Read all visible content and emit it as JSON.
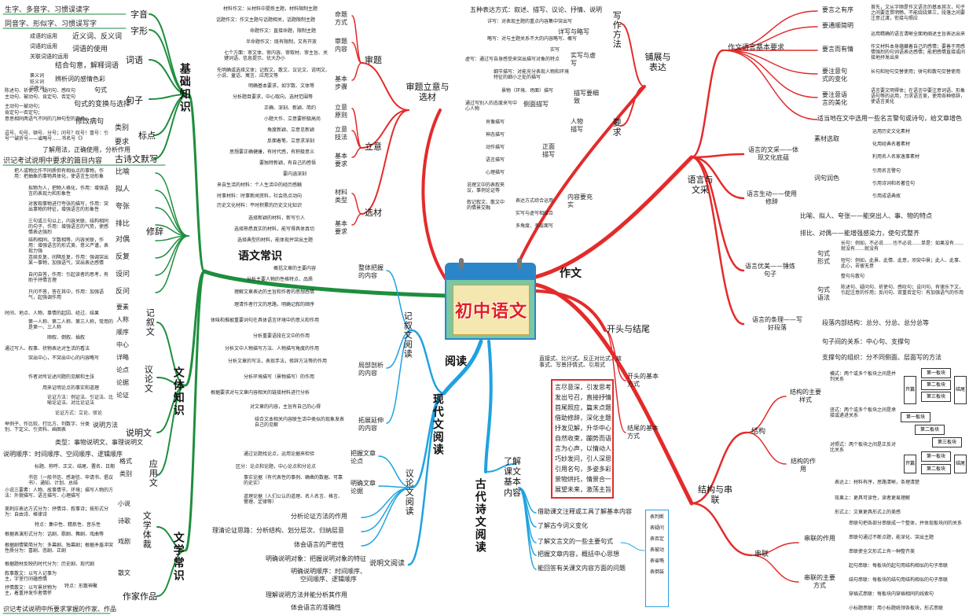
{
  "center": {
    "title": "初中语文"
  },
  "colors": {
    "green": "#1e8e3e",
    "red": "#e32b2b",
    "blue": "#1fa2e0"
  },
  "branches": {
    "yuwen": "语文常识",
    "zuowen": "作文",
    "yuedu": "阅读"
  },
  "left": {
    "jichu": "基础知识",
    "wenti": "文体知识",
    "wenxue": "文学常识",
    "zizi": [
      "字音",
      "字形",
      "词语",
      "句子",
      "标点",
      "古诗文默写"
    ],
    "zi_leaves": [
      "生字、多音字、习惯误读字",
      "同音字、形似字、习惯误写字"
    ],
    "ci_leaves": [
      "成语的运用",
      "词语的运用",
      "关联词语的运用",
      "近义词、反义词",
      "词语的使用",
      "结合句意，解释词语",
      "褒义词",
      "贬义词",
      "中性词",
      "辨析词的感情色彩"
    ],
    "ju_leaves": [
      "陈述句、祈使句、疑问句、感叹句",
      "主动句、被动句、肯定句、否定句",
      "句式",
      "主动句一被动句；",
      "肯定句一否定句；",
      "意思相同两语气不同的几种句型的变换",
      "句式的变换与选择",
      "修改病句"
    ],
    "biao_leaves": [
      "类别",
      "要求",
      "逗号、句号、顿号、分号；问号？叹号！冒号：引号“”破折号——省略号……书名号《》",
      "了解用法，正确使用，分析作用"
    ],
    "gushi": "识记考试说明中要求的篇目内容",
    "xiuci": "修辞",
    "xiuci_items": [
      "比喻",
      "拟人",
      "夸张",
      "排比",
      "对偶",
      "反复",
      "设问",
      "反问"
    ],
    "xiuci_desc": [
      "把人或物比作不同质但有相似点的事物，作用：把抽象的事物具体化，使语言生动形象",
      "拟物为人，把物人格化，作用：增强语言的表现力和形象性",
      "对客观事物进行夸张的描写，作用：突出事物的特征，增强语言的形象性",
      "三句或三句以上，内容关联、结构相同的句子，作用：增强语言的气势，使感情表达强烈",
      "结构相同、字数相等、内容关联，作用：增强语言的形式美、意义严谨，表现力强",
      "连续反复、间隔反复，作用：强调突出某一事物，加强语气，突出表达感情",
      "自问自答，作用：引起读者的思考，有助于抒情言理",
      "只问不答，答在其中，作用：加强语气，起强调作用"
    ],
    "jixu": "记叙文",
    "jixu_items": [
      "要素",
      "人称",
      "顺序",
      "中心",
      "详略"
    ],
    "jixu_desc": [
      "时间、地点、人物、事情的起因、经过、结果",
      "第一人称、第二人称、第三人称，常用的是第一、三人称",
      "顺叙、倒叙、插叙",
      "通过写人、叙事、状物表达对生活的看法",
      "突出中心，不突出中心的内容略写"
    ],
    "yilun": "议论文",
    "yilun_items": [
      "论点",
      "论据",
      "论证"
    ],
    "yilun_desc": [
      "作者对所论述问题的见解和主张",
      "用来证明论点的事实和道理",
      "论证方法：例证法、引证法、比喻论证法、对比论证法",
      "论证方式：立论、驳论"
    ],
    "shuoming": "说明文",
    "shuoming_items": [
      "说明方法",
      "类型：事物说明文、事理说明文",
      "说明顺序：时间顺序、空间顺序、逻辑顺序"
    ],
    "shuoming_desc": "举例子、作比较、打比方、列数字、分类别、下定义、引资料、画图表",
    "yingyong": "应用文",
    "yingyong_items": [
      "格式",
      "类别"
    ],
    "yingyong_desc": [
      "标题、称呼、正文、结尾、署名、日期",
      "书信（一般书信、感谢信、申请书、倡议书）、通知、计划、总结"
    ],
    "wenxue_ti": "文学体裁",
    "wenxue_items": [
      "小说",
      "诗歌",
      "戏剧",
      "散文"
    ],
    "wenxue_desc": [
      "小说三要素：人物、故事情节、环境；描写人物的方法：外貌描写、语言描写、心理描写",
      "美刺应表达方式分为：抒情诗、叙事诗；按形式分为：自由诗、格律诗",
      "特点：集中性、精炼性、音乐性",
      "根据表演形式分为：话剧、歌剧、舞剧、戏曲等",
      "根据剧情繁简分为：多幕剧、独幕剧；根据矛盾冲突性质分为：喜剧、悲剧、正剧",
      "根据题材反映的时代分为：历史剧、现代剧",
      "叙事散文：以写人记事为主，字里行间蕴感情",
      "抒情散文：以写景状物为主，着重抒发作者情怀",
      "特点：形散神聚"
    ],
    "zuojia": "作家作品",
    "zuojia_desc": "识记考试说明中所要求掌握的作家、作品"
  },
  "writing": {
    "shenti": "审题立意与选材",
    "shenti_sub": [
      "审题",
      "立意",
      "选材"
    ],
    "shenti_items": [
      "命题方式",
      "审题内容",
      "基本步骤",
      "立意原则",
      "立意技法",
      "基本要求",
      "材料类型",
      "基本要求"
    ],
    "shenti_desc": [
      "材料作文：从材料中提炼主题，材料限制主题",
      "话题作文：作文主题与话题相关，话题限制主题",
      "命题作文：直接命题，限制主题",
      "半命题作文：既有限制，又有开放",
      "七个方面：审文体、审内容、审取材、审主旨、关键词语、信息提示、优大办小",
      "先明确或选择文体；记叙文、散文、议论文、说明文、小说、童话、寓言、应用文等",
      "明确基本要求，如字数、文体等",
      "分析题目要求，中心取向，选材范围等",
      "正确、深刻、新颖、简约",
      "小题大作、立意要积极高尚",
      "角度新颖、立意见新颖",
      "反面着笔、立意求深刻",
      "思想要正确健康，有时代感，有积极意义",
      "要独特新颖，有自己的感悟",
      "要内涵深刻",
      "来自生活的材料：个人生活中的经历感触",
      "时事材料：时事新闻资料，社会热点动向",
      "历史文化材料：平时积累的历史文化知识",
      "选择新颖的材料，新写引人",
      "选择熟悉真实的材料，能写得具体真切",
      "选择典型的材料，能体现并突出主题"
    ],
    "pushan": "铺展与表达",
    "pushan_sub": [
      "写作方法",
      "要求"
    ],
    "pushan_items": [
      "五种表达方式：叙述、描写、议论、抒情、说明",
      "详写与略写",
      "实写与虚写",
      "描写要细致",
      "人物描写",
      "正面描写",
      "侧面描写",
      "内容要充实"
    ],
    "pushan_desc": [
      "详写：对表现主题的重点内容集中突出写",
      "略写：对与主题关系不大的内容略写、概写",
      "实写",
      "虚写：通过写自身感受来突出描写对象的特点",
      "细节描写：对能充分表现人物和环境特征的细小之处的描写",
      "景物（环境、场面）描写",
      "通过写别人的态度来写中心人物",
      "肖像描写",
      "神态描写",
      "动作描写",
      "语言描写",
      "心理描写",
      "说理文中的表叙夹议，事例论证等",
      "叙记叙文、散文中的情景交融",
      "表达方式综合运用",
      "实写与虚写相结合",
      "多角度、多层面写"
    ],
    "kaitou": "开头与结尾",
    "kaitou_items": [
      "开头的基本方式",
      "结尾的基本方式"
    ],
    "kaitou_desc": "直接式、比兴式、反正对比式、故事式、写景抒情式、引用式",
    "poem": [
      "言尽意深，引发思考",
      "发出号召，直接抒情",
      "首尾照应，篇末点题",
      "借助修辞，深化主题",
      "抒发见解，升华中心",
      "自然收束，蹦势而语",
      "言为心声，以情动人",
      "巧妙发问，引人深思",
      "引用名句，多姿多彩",
      "景物烘托，情景合一",
      "展望未来，激荡主旨"
    ],
    "yuyan": "语言与文采",
    "yuyan_groups": [
      "作文语言基本要求",
      "语言的文采——体现文化底蕴",
      "语言生动——使用修辞",
      "语言优美——锤炼句子",
      "语言的条理——写好段落"
    ],
    "yuyan_items": [
      "要言之有序",
      "要通顺简明",
      "要言而有情",
      "要注意句式的变化",
      "要注意语言的美化",
      "适当地在文中选用一些名言警句或诗句，给文章增色",
      "素材选取",
      "词句润色",
      "比喻、拟人、夸张——能突出人、事、物的特点",
      "排比、对偶——能增强感染力，使句式整齐",
      "句式形式",
      "句式语法",
      "段落内部结构：总分、分总、总分总等",
      "句子间的关系：中心句、支撑句",
      "支撑句的组织：分不同侧面、层面写的方法"
    ],
    "yuyan_desc": [
      "首先，文从字顺是作文语言的基本其次，句子之间要连贯明畅，不能绕绕第三，段落之间要注意过渡，衔接与照应",
      "运用精确的语言清晰全面地阐述主旨表达出来",
      "作文材料本身蕴藏着自己的感情；要善于用感情强烈的句词语表达感情；能把感情直接或间接地抒发出来",
      "长句和短句交替使用；骈句和散句交替使用",
      "语言要文明得体；在语言中要注意词语、形象语句等的运用，力求语言美，使用各种修辞，使语言美化",
      "运用历史文化素材",
      "化用经典名著素材",
      "利用名人名家逸事素材",
      "引用名言警句",
      "引用诗词和名著佳句",
      "引用成语典故",
      "长句：例如，不必说……也不必说……单是：如果没有……就没有……就没有",
      "短句：例如，此景、此情、此意，须臾中景；此人、此事、此心，去留无意",
      "整句与散句",
      "陈述句、疑问句、祈使句、感叹句；设问句、有律乐下文，引起注意的作用；反问句、双重否定句：有加强语气的作用"
    ],
    "jiegou": "结构与串联",
    "jiegou_sub": [
      "结构",
      "串联"
    ],
    "jiegou_items": [
      "结构的主要样式",
      "结构的作用",
      "串联的作用",
      "串联的主要方式"
    ],
    "jiegou_desc": [
      "横式：两个或多个板块之间是并列关系",
      "竖式：两个或多个板块之间是承接或递进关系",
      "对照式：两个板块之间是正反对比关系",
      "表达上：材料有序，思路清晰，条理清楚",
      "效果上：更具可读性，读者更易理解",
      "形式上：文章更具形式上的美感",
      "串联句把各部分串联成一个整体，并体现板块间的关系",
      "串联句通过不断点题，能深化、突出主题",
      "串联使全文形式上有一种整齐美",
      "起句串联：每板块的起句用结构相似的句子串联",
      "结句串联：每板块的结句用结构相似的句子串联",
      "穿插式串联：每板块内穿插相同的线索句",
      "小标题串联：用小标题统领各板块，形式串联"
    ],
    "ban": [
      "第一板块",
      "第二板块",
      "第三板块",
      "开篇",
      "结尾"
    ]
  },
  "reading": {
    "xiandai": "现代文阅读",
    "jixu_read": "记叙文阅读",
    "jixu_items": [
      "整体把握的内容",
      "局部剖析的内容",
      "拓展延伸的内容"
    ],
    "jixu_desc": [
      "概括文章的主要内容",
      "分析主要人物的性格特点、品质",
      "理解文章表达的主旨和作者的思想感情",
      "理清作者行文的思路，明确记叙的顺序",
      "体味和推敲重要词句在具体语言环境中的意义和作用",
      "分析重要语段在文中的作用",
      "分析文中人物描写方法、人物描写角度的作用",
      "分析文章的写法，表现手法，修辞方法等的作用",
      "分析环境描写（景物描写）的作用",
      "根据要求对与文章内容相关的链接材料进行分析",
      "对文章的内容，主旨有自己的心得",
      "结合文本相关内容联生活中类似的现象发表自己的见解"
    ],
    "yilun_read": "议论文阅读",
    "yilun_items": [
      "把握文章论点",
      "明确文章论据",
      "分析论证方法的作用",
      "理清论证思路：分析结构、划分层次、归纳层意",
      "体会语言的严密性"
    ],
    "yilun_desc": [
      "通过论题找论点，运用论据来检验",
      "区分：论点和论题，中心论点和分论点",
      "事实论据（有代表性的事例、确凿的数据、可靠的史实）",
      "道理论据（人们公认的道理、名人名言、格言、警理、定律等）"
    ],
    "shuoming_read": "说明文阅读",
    "shuoming_items": [
      "明确说明对象：把握说明对象的特征",
      "明确说明顺序：时间顺序、空间顺序、逻辑顺序",
      "理解说明方法并能分析其作用",
      "体会语言的准确性"
    ],
    "gudai": "古代诗文阅读",
    "gudai_sub": "了解课文基本内容",
    "gudai_items": [
      "借助课文注释或工具了解基本内容",
      "了解古今词义变化",
      "了解文言文的一些主要句式",
      "把握文章内容，概括中心思想",
      "能回答有关课文内容方面的问题"
    ],
    "side": [
      "表判断",
      "表疑问",
      "表否定",
      "表被动",
      "表省略",
      "表倒装"
    ]
  }
}
